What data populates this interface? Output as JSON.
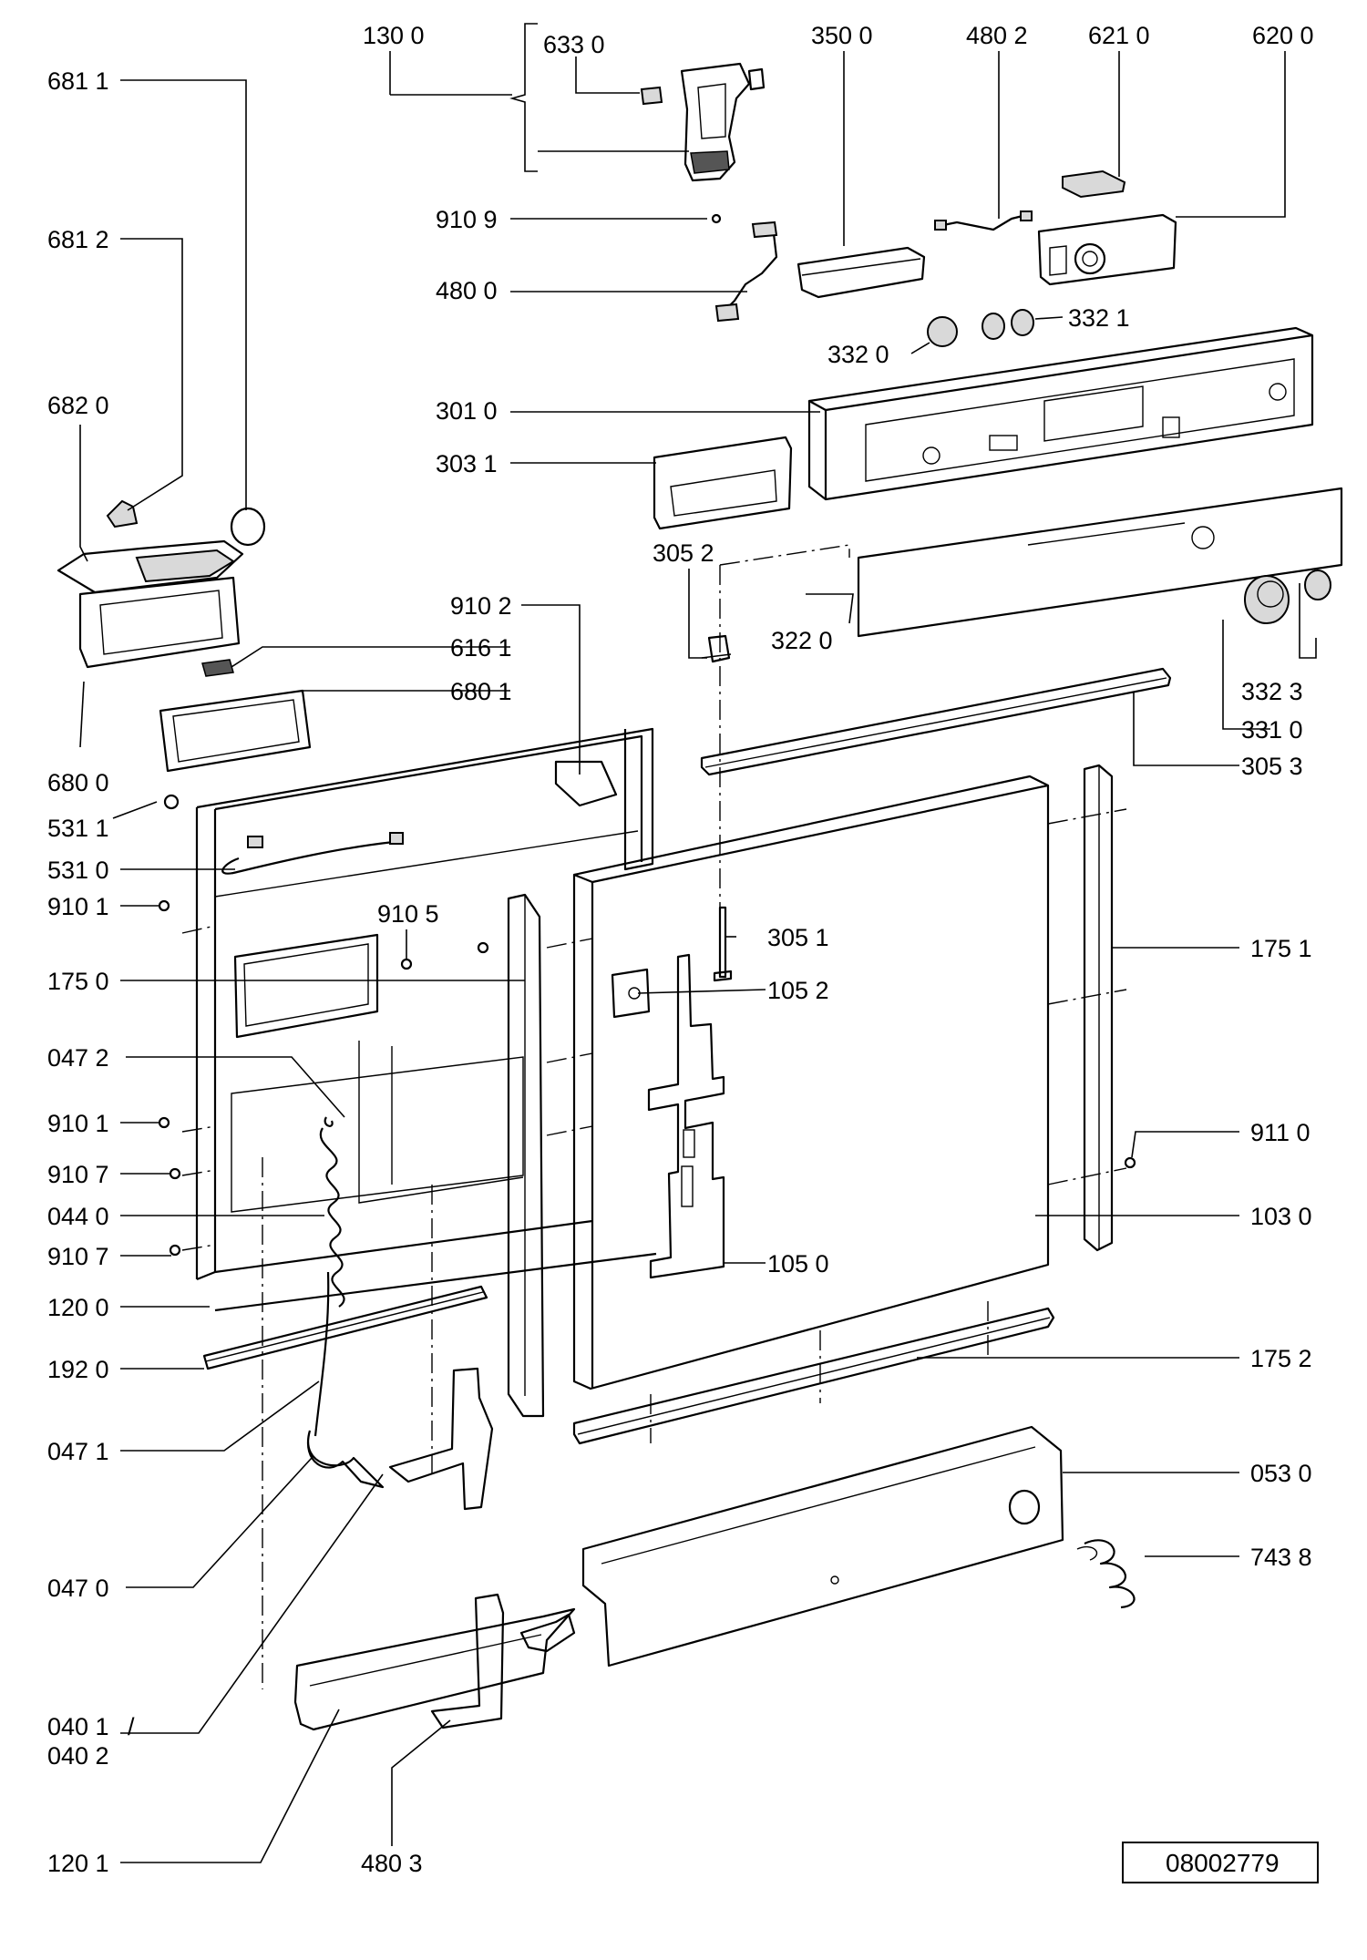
{
  "diagram": {
    "document_number": "08002779",
    "separator": "/",
    "labels": [
      {
        "id": "l1300",
        "text": "130 0"
      },
      {
        "id": "l6330",
        "text": "633 0"
      },
      {
        "id": "l3500",
        "text": "350 0"
      },
      {
        "id": "l4802",
        "text": "480 2"
      },
      {
        "id": "l6210",
        "text": "621 0"
      },
      {
        "id": "l6200",
        "text": "620 0"
      },
      {
        "id": "l6811",
        "text": "681 1"
      },
      {
        "id": "l9109",
        "text": "910 9"
      },
      {
        "id": "l6812",
        "text": "681 2"
      },
      {
        "id": "l4800",
        "text": "480 0"
      },
      {
        "id": "l3321",
        "text": "332 1"
      },
      {
        "id": "l3320",
        "text": "332 0"
      },
      {
        "id": "l6820",
        "text": "682 0"
      },
      {
        "id": "l3010",
        "text": "301 0"
      },
      {
        "id": "l3031",
        "text": "303 1"
      },
      {
        "id": "l3052",
        "text": "305 2"
      },
      {
        "id": "l9102",
        "text": "910 2"
      },
      {
        "id": "l6161",
        "text": "616 1"
      },
      {
        "id": "l3220",
        "text": "322 0"
      },
      {
        "id": "l6801",
        "text": "680 1"
      },
      {
        "id": "l3323",
        "text": "332 3"
      },
      {
        "id": "l3310",
        "text": "331 0"
      },
      {
        "id": "l3053",
        "text": "305 3"
      },
      {
        "id": "l6800",
        "text": "680 0"
      },
      {
        "id": "l5311",
        "text": "531 1"
      },
      {
        "id": "l5310",
        "text": "531 0"
      },
      {
        "id": "l9101a",
        "text": "910 1"
      },
      {
        "id": "l9105",
        "text": "910 5"
      },
      {
        "id": "l3051",
        "text": "305 1"
      },
      {
        "id": "l1751",
        "text": "175 1"
      },
      {
        "id": "l1750",
        "text": "175 0"
      },
      {
        "id": "l1052",
        "text": "105 2"
      },
      {
        "id": "l0472",
        "text": "047 2"
      },
      {
        "id": "l9101b",
        "text": "910 1"
      },
      {
        "id": "l9110",
        "text": "911 0"
      },
      {
        "id": "l9107a",
        "text": "910 7"
      },
      {
        "id": "l0440",
        "text": "044 0"
      },
      {
        "id": "l1030",
        "text": "103 0"
      },
      {
        "id": "l9107b",
        "text": "910 7"
      },
      {
        "id": "l1050",
        "text": "105 0"
      },
      {
        "id": "l1200",
        "text": "120 0"
      },
      {
        "id": "l1920",
        "text": "192 0"
      },
      {
        "id": "l1752",
        "text": "175 2"
      },
      {
        "id": "l0471",
        "text": "047 1"
      },
      {
        "id": "l0530",
        "text": "053 0"
      },
      {
        "id": "l0470",
        "text": "047 0"
      },
      {
        "id": "l7438",
        "text": "743 8"
      },
      {
        "id": "l0401",
        "text": "040 1"
      },
      {
        "id": "l0402",
        "text": "040 2"
      },
      {
        "id": "l1201",
        "text": "120 1"
      },
      {
        "id": "l4803",
        "text": "480 3"
      }
    ]
  }
}
